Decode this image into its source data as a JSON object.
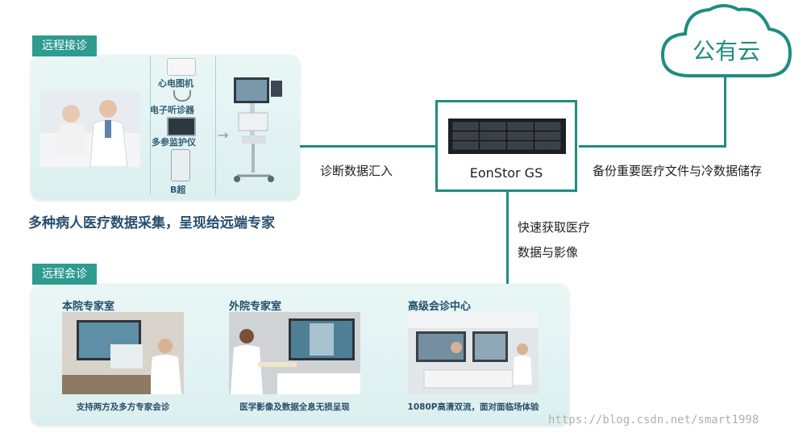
{
  "remote_consult": {
    "tag": "远程接诊",
    "devices": [
      "心电图机",
      "电子听诊器",
      "多参监护仪",
      "B超"
    ],
    "caption": "多种病人医疗数据采集，呈现给远端专家"
  },
  "remote_conference": {
    "tag": "远程会诊",
    "rooms": [
      {
        "title": "本院专家室",
        "caption": "支持两方及多方专家会诊"
      },
      {
        "title": "外院专家室",
        "caption": "医学影像及数据全息无损呈现"
      },
      {
        "title": "高级会诊中心",
        "caption": "1080P高清双流，面对面临场体验"
      }
    ]
  },
  "center": {
    "label": "EonStor GS"
  },
  "cloud": {
    "label": "公有云"
  },
  "flows": {
    "left": "诊断数据汇入",
    "right": "备份重要医疗文件与冷数据储存",
    "down_line1": "快速获取医疗",
    "down_line2": "数据与影像"
  },
  "watermark": "https://blog.csdn.net/smart1998",
  "colors": {
    "teal": "#1f8c81",
    "tag": "#2e9b8f",
    "panel": "#e3f3f3"
  }
}
